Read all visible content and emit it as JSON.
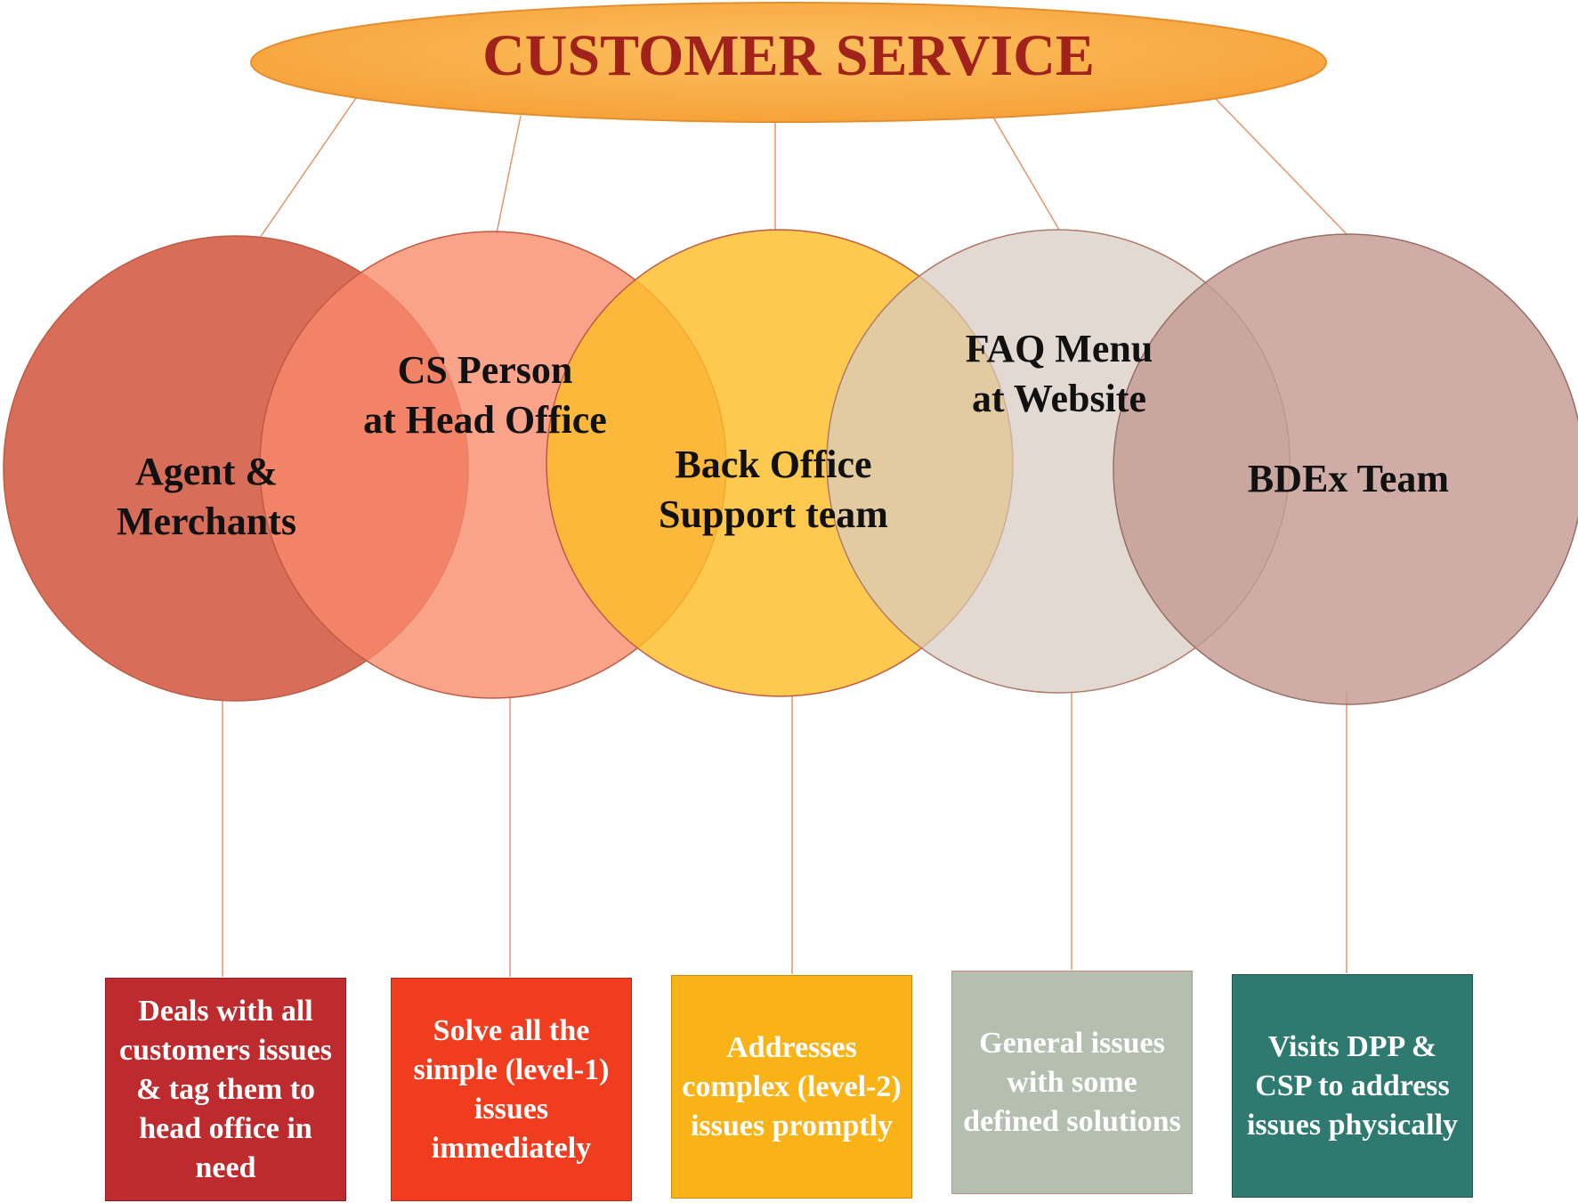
{
  "title": "CUSTOMER SERVICE",
  "colors": {
    "title_fill": "#F9AE48",
    "title_text": "#A0221A",
    "connector": "#E5956A",
    "circle_outline": "#C05A40"
  },
  "channels": [
    {
      "line1": "Agent &",
      "line2": "Merchants",
      "circle_color": "#D35A43",
      "box_color": "#BE2B2E",
      "box_text_color": "#FFFFFF",
      "description": "Deals with all customers issues & tag them to head office in need"
    },
    {
      "line1": "CS Person",
      "line2": "at Head Office",
      "circle_color": "#F8896A",
      "box_color": "#F03D20",
      "box_text_color": "#FFFFFF",
      "description": "Solve all the simple (level-1) issues immediately"
    },
    {
      "line1": "Back Office",
      "line2": "Support team",
      "circle_color": "#FCBD28",
      "box_color": "#F9B317",
      "box_text_color": "#FFFFFF",
      "description": "Addresses complex (level-2) issues promptly"
    },
    {
      "line1": "FAQ Menu",
      "line2": "at Website",
      "circle_color": "#D7CCC0",
      "box_color": "#B4BFB0",
      "box_text_color": "#FFFFFF",
      "description": "General issues with some defined solutions"
    },
    {
      "line1": "BDEx Team",
      "line2": "",
      "circle_color": "#C49B92",
      "box_color": "#2E7A71",
      "box_text_color": "#FFFFFF",
      "description": "Visits DPP & CSP to address issues physically"
    }
  ]
}
